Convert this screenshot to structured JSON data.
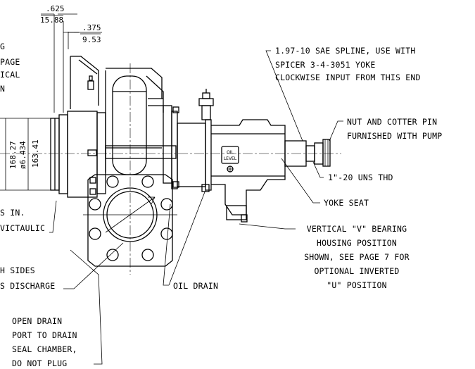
{
  "dimensions": {
    "top_inch": ".625",
    "top_mm": "15.88",
    "right_inch": ".375",
    "right_mm": "9.53",
    "flange_mm": "168.27",
    "flange_dia": "ø6.434",
    "flange_mm2": "163.41"
  },
  "left_fragments": {
    "l1": "G",
    "l2": "PAGE",
    "l3": "ICAL",
    "l4": "N",
    "l5": "S IN.",
    "l6": "VICTAULIC",
    "l7": "H SIDES",
    "l8": "S DISCHARGE"
  },
  "callouts": {
    "spline_1": "1.97-10 SAE SPLINE, USE WITH",
    "spline_2": "SPICER 3-4-3051 YOKE",
    "spline_3": "CLOCKWISE INPUT FROM THIS END",
    "nut_1": "NUT AND COTTER PIN",
    "nut_2": "FURNISHED WITH PUMP",
    "thread": "1\"-20 UNS THD",
    "yoke": "YOKE SEAT",
    "bearing_1": "VERTICAL \"V\" BEARING",
    "bearing_2": "HOUSING POSITION",
    "bearing_3": "SHOWN, SEE PAGE 7 FOR",
    "bearing_4": "OPTIONAL INVERTED",
    "bearing_5": "\"U\" POSITION",
    "oil_drain": "OIL DRAIN",
    "drain_1": "OPEN DRAIN",
    "drain_2": "PORT TO DRAIN",
    "drain_3": "SEAL CHAMBER,",
    "drain_4": "DO NOT PLUG"
  },
  "label_plate": {
    "l1": "OIL",
    "l2": "LEVEL"
  }
}
